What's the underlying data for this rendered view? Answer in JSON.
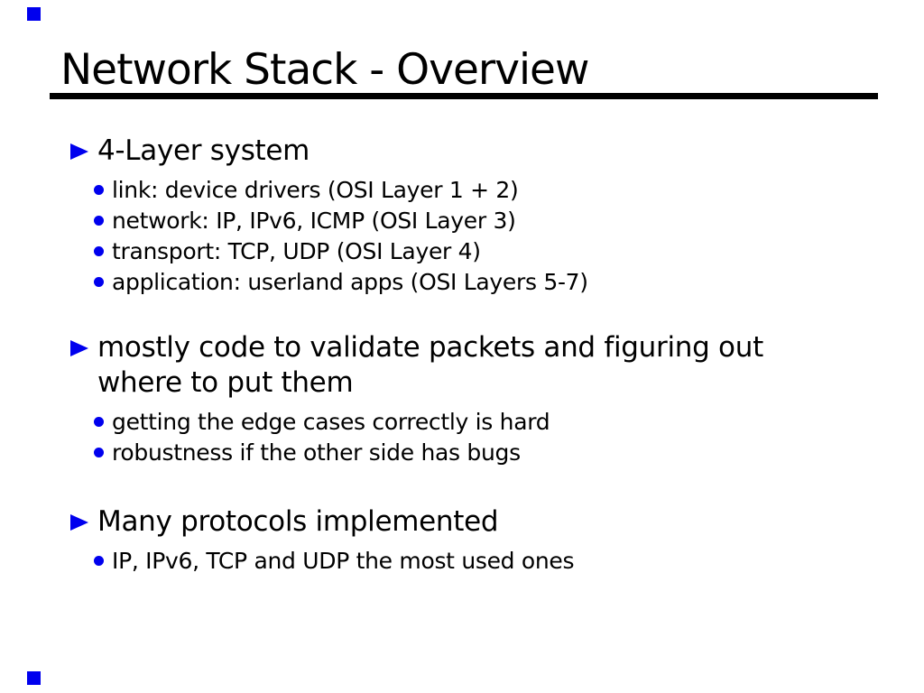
{
  "slide": {
    "title": "Network Stack - Overview",
    "colors": {
      "accent": "#0000ee",
      "text": "#000000",
      "background": "#ffffff",
      "rule": "#000000"
    },
    "decorations": {
      "corner_marker_shape": "blue-square",
      "corner_marker_positions": [
        "top-left",
        "bottom-left"
      ]
    },
    "bullets": [
      {
        "heading": "4-Layer system",
        "items": [
          "link: device drivers (OSI Layer 1 + 2)",
          "network: IP, IPv6, ICMP (OSI Layer 3)",
          "transport: TCP, UDP (OSI Layer 4)",
          "application: userland apps (OSI Layers 5-7)"
        ]
      },
      {
        "heading": "mostly code to validate packets and figuring out where to put them",
        "items": [
          "getting the edge cases correctly is hard",
          "robustness if the other side has bugs"
        ]
      },
      {
        "heading": "Many protocols implemented",
        "items": [
          "IP, IPv6, TCP and UDP the most used ones"
        ]
      }
    ]
  }
}
